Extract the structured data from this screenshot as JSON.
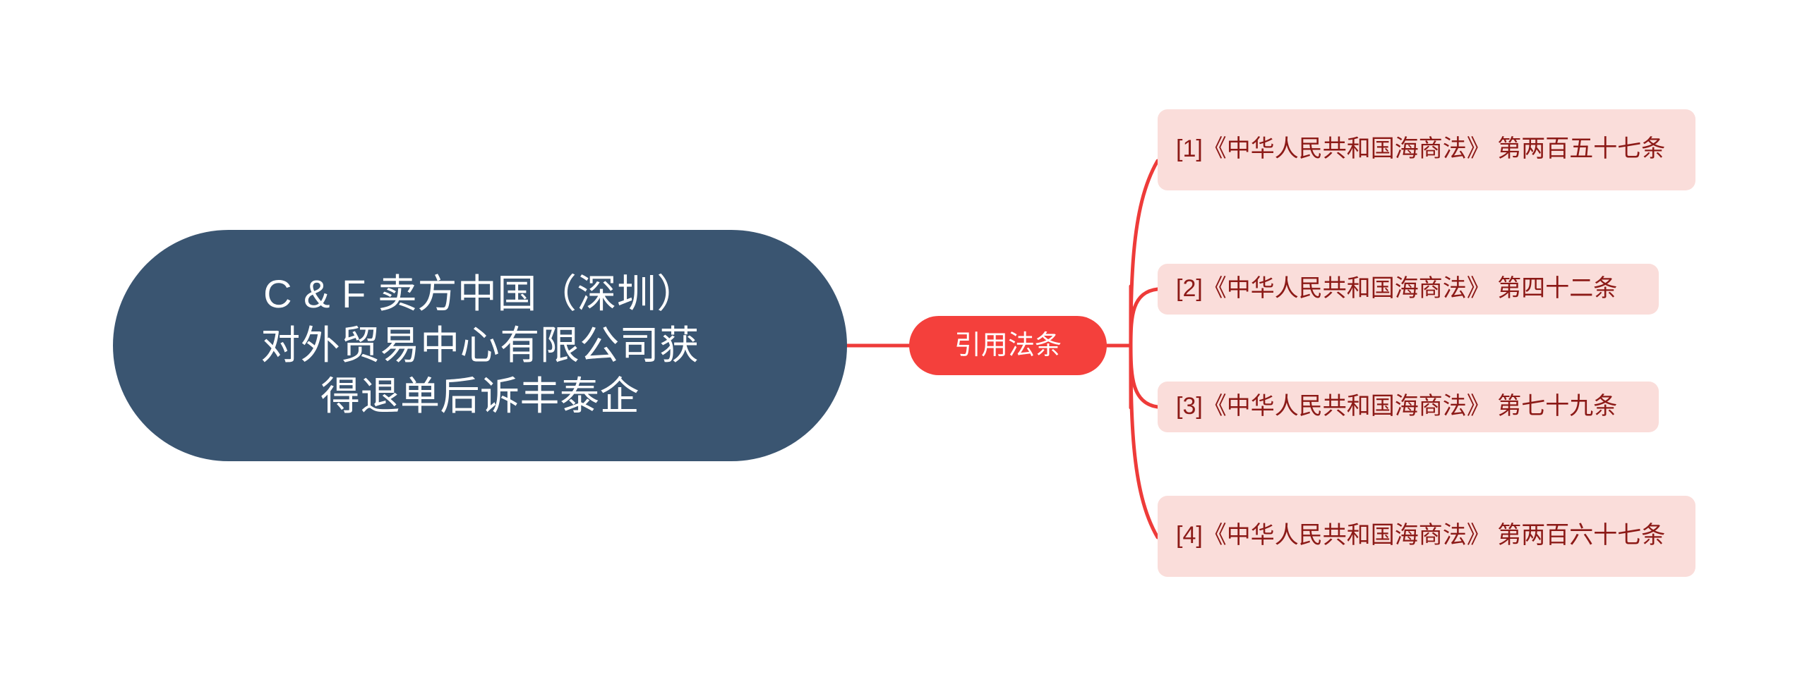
{
  "diagram": {
    "type": "mind-map",
    "orientation": "left-to-right",
    "background_color": "#FFFFFF",
    "root": {
      "label": "C & F 卖方中国（深圳）\n对外贸易中心有限公司获\n得退单后诉丰泰企",
      "background_color": "#3A5571",
      "text_color": "#FFFFFF",
      "shape": "pill"
    },
    "branch": {
      "label": "引用法条",
      "background_color": "#F4403C",
      "text_color": "#FFFFFF",
      "shape": "pill"
    },
    "connector": {
      "color": "#EE3B39",
      "stroke_width": 5
    },
    "leaves": [
      {
        "index": "[1]",
        "label": "[1]《中华人民共和国海商法》 第两百五十七条",
        "background_color": "#FADDDA",
        "text_color": "#8C1A17"
      },
      {
        "index": "[2]",
        "label": "[2]《中华人民共和国海商法》 第四十二条",
        "background_color": "#FADDDA",
        "text_color": "#8C1A17"
      },
      {
        "index": "[3]",
        "label": "[3]《中华人民共和国海商法》 第七十九条",
        "background_color": "#FADDDA",
        "text_color": "#8C1A17"
      },
      {
        "index": "[4]",
        "label": "[4]《中华人民共和国海商法》 第两百六十七条",
        "background_color": "#FADDDA",
        "text_color": "#8C1A17"
      }
    ]
  }
}
